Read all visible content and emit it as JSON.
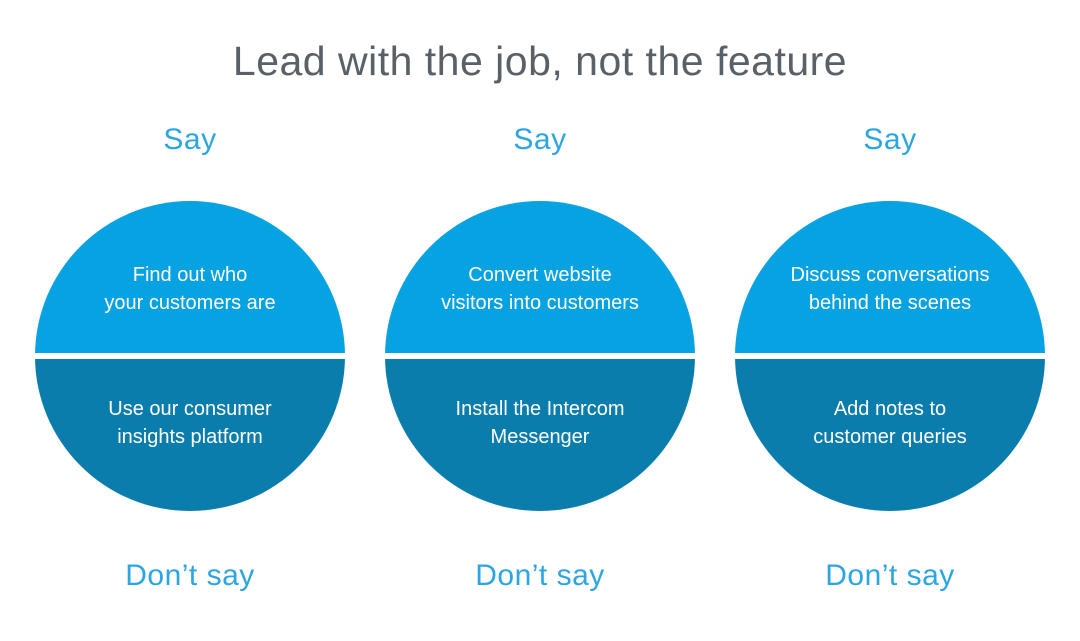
{
  "title": "Lead with the job, not the feature",
  "colors": {
    "circle_top_blue": "#07a2e1",
    "circle_bottom_blue": "#0b7dad",
    "label_blue": "#2ca6e3",
    "title_gray": "#596168",
    "divider_white": "#ffffff"
  },
  "columns": [
    {
      "say_label": "Say",
      "say_text": "Find out who\nyour customers are",
      "dont_say_text": "Use our consumer\ninsights platform",
      "dont_say_label": "Don’t say"
    },
    {
      "say_label": "Say",
      "say_text": "Convert website\nvisitors into customers",
      "dont_say_text": "Install the Intercom\nMessenger",
      "dont_say_label": "Don’t say"
    },
    {
      "say_label": "Say",
      "say_text": "Discuss conversations\nbehind the scenes",
      "dont_say_text": "Add notes to\ncustomer queries",
      "dont_say_label": "Don’t say"
    }
  ]
}
